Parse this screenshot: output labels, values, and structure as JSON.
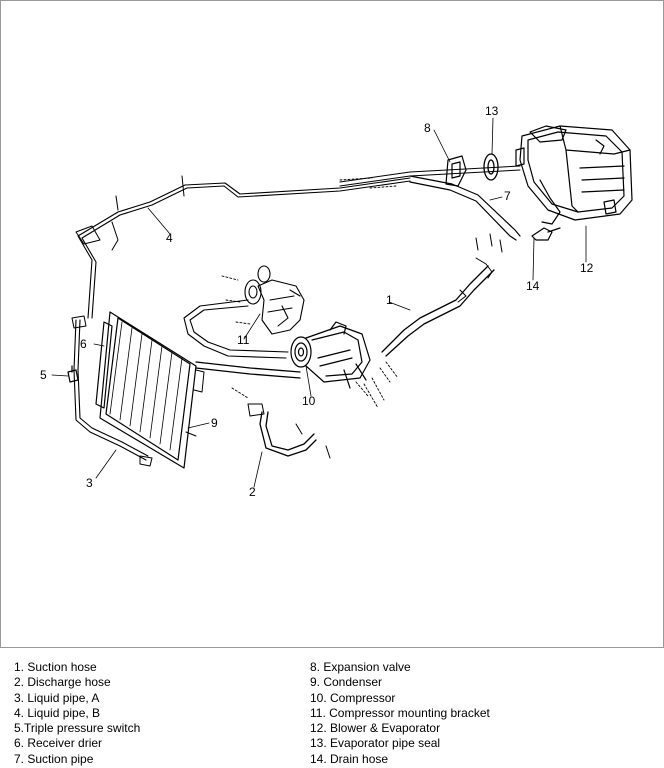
{
  "callouts": {
    "c1": "1",
    "c2": "2",
    "c3": "3",
    "c4": "4",
    "c5": "5",
    "c6": "6",
    "c7": "7",
    "c8": "8",
    "c9": "9",
    "c10": "10",
    "c11": "11",
    "c12": "12",
    "c13": "13",
    "c14": "14"
  },
  "legend": {
    "left": [
      "1. Suction hose",
      "2. Discharge hose",
      "3. Liquid pipe, A",
      "4. Liquid pipe, B",
      "5.Triple pressure switch",
      "6. Receiver drier",
      "7. Suction pipe"
    ],
    "right": [
      "8. Expansion valve",
      "9. Condenser",
      "10. Compressor",
      "11. Compressor mounting bracket",
      "12. Blower & Evaporator",
      "13. Evaporator pipe seal",
      "14. Drain hose"
    ]
  }
}
